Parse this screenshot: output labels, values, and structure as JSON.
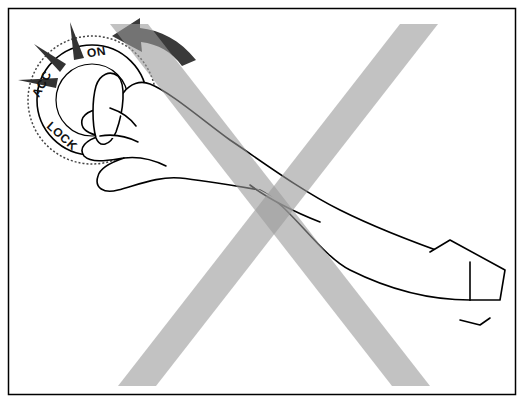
{
  "diagram": {
    "labels": [
      "ACC",
      "ON",
      "LOCK"
    ]
  }
}
